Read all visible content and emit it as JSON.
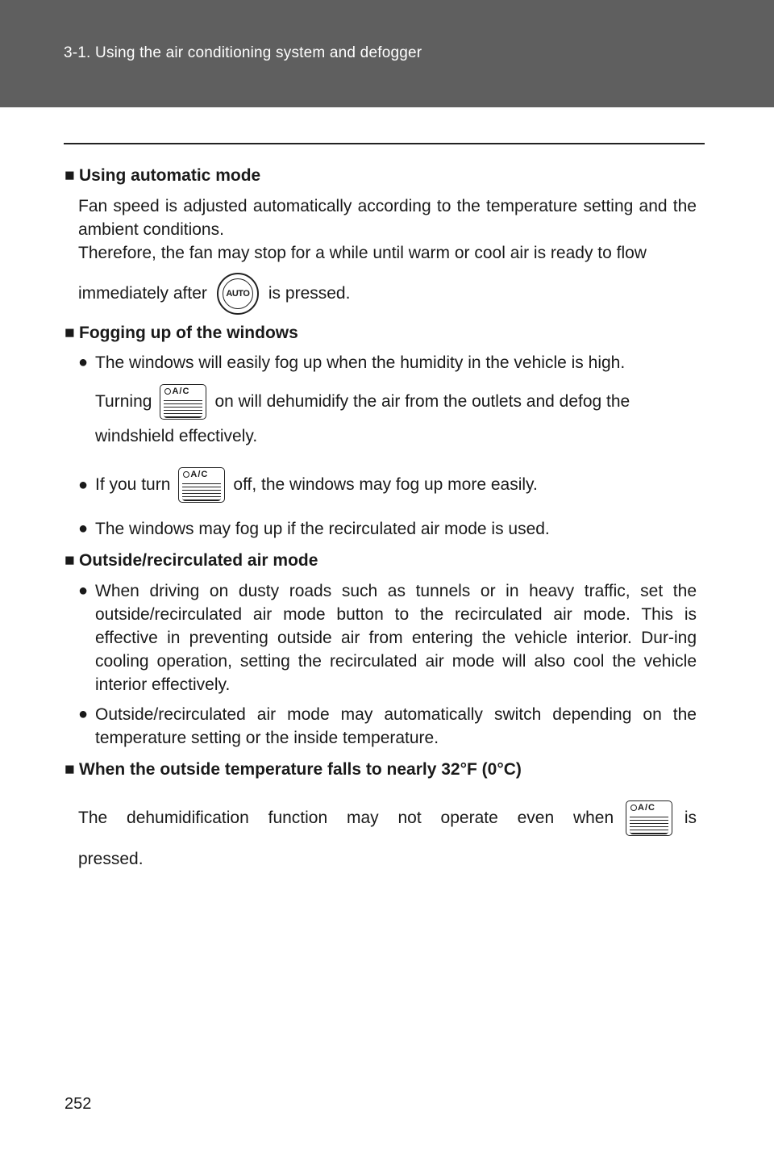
{
  "header": {
    "title": "3-1. Using the air conditioning system and defogger"
  },
  "page_number": "252",
  "icons": {
    "auto_label": "AUTO",
    "ac_label": "A/C"
  },
  "sections": {
    "auto": {
      "marker": "■",
      "title": "Using automatic mode",
      "line1": "Fan speed is adjusted automatically according to the temperature setting and the ambient conditions.",
      "line2": "Therefore, the fan may stop for a while until warm or cool air is ready to flow",
      "line3_pre": "immediately after",
      "line3_post": "is pressed."
    },
    "fogging": {
      "marker": "■",
      "title": "Fogging up of the windows",
      "bullet_mark": "●",
      "b1_line1": "The windows will easily fog up when the humidity in the vehicle is high.",
      "b1_pre": "Turning",
      "b1_post": "on will dehumidify the air from the outlets and defog the",
      "b1_line3": "windshield effectively.",
      "b2_pre": "If you turn",
      "b2_post": "off, the windows may fog up more easily.",
      "b3": "The windows may fog up if the recirculated air mode is used."
    },
    "outside": {
      "marker": "■",
      "title": "Outside/recirculated air mode",
      "bullet_mark": "●",
      "b1": "When driving on dusty roads such as tunnels or in heavy traffic, set the outside/recirculated air mode button to the recirculated air mode. This is effective in preventing outside air from entering the vehicle interior. Dur-ing cooling operation, setting the recirculated air mode will also cool the vehicle interior effectively.",
      "b2": "Outside/recirculated air mode may automatically switch depending on the temperature setting or the inside temperature."
    },
    "cold": {
      "marker": "■",
      "title": "When the outside temperature falls to nearly 32°F (0°C)",
      "line_pre": "The dehumidification function may not operate even when",
      "line_post": "is",
      "line2": "pressed."
    }
  }
}
